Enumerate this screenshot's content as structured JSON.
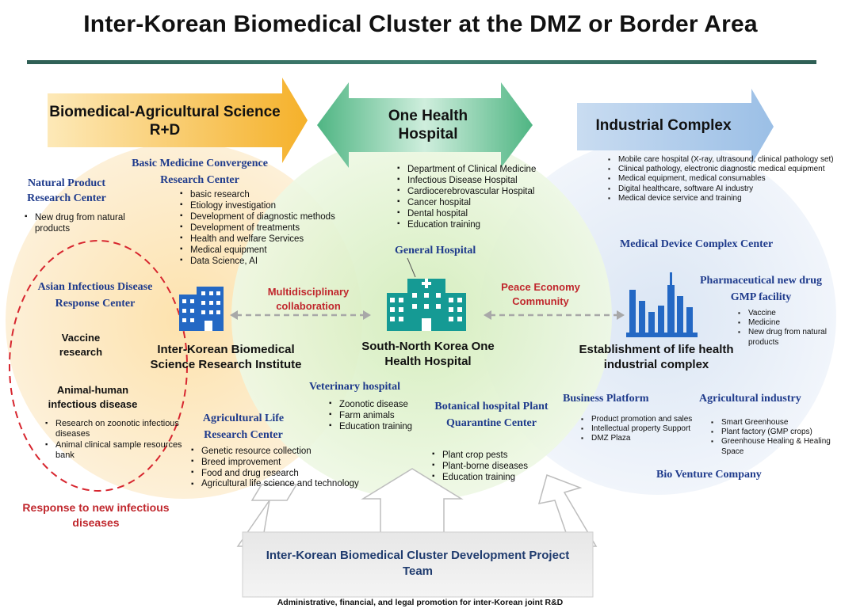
{
  "title": "Inter-Korean Biomedical Cluster at the DMZ or Border Area",
  "arrows": {
    "biomedical": "Biomedical-Agricultural Science R+D",
    "one_health": "One Health Hospital",
    "industrial": "Industrial Complex"
  },
  "natural_product": {
    "title": "Natural Product Research Center",
    "items": [
      "New drug from natural products"
    ]
  },
  "basic_medicine": {
    "title": "Basic Medicine Convergence Research Center",
    "items": [
      "basic research",
      "Etiology investigation",
      "Development of diagnostic methods",
      "Development of treatments",
      "Health and welfare Services",
      "Medical equipment",
      "Data Science, AI"
    ]
  },
  "asian_infectious": {
    "title": "Asian Infectious Disease Response Center",
    "vaccine": "Vaccine research",
    "animal_human": "Animal-human infectious disease",
    "items": [
      "Research on zoonotic infectious diseases",
      "Animal clinical sample resources bank"
    ]
  },
  "response": "Response to new infectious diseases",
  "institute": "Inter-Korean Biomedical Science Research Institute",
  "multidisciplinary": "Multidisciplinary collaboration",
  "agricultural_life": {
    "title": "Agricultural Life Research Center",
    "items": [
      "Genetic resource collection",
      "Breed improvement",
      "Food and drug research",
      "Agricultural life science and technology"
    ]
  },
  "hospital_list": {
    "items": [
      "Department of Clinical Medicine",
      "Infectious Disease Hospital",
      "Cardiocerebrovascular Hospital",
      "Cancer hospital",
      "Dental hospital",
      "Education training"
    ],
    "label": "General Hospital"
  },
  "one_health_hospital": "South-North Korea One Health Hospital",
  "veterinary": {
    "title": "Veterinary hospital",
    "items": [
      "Zoonotic disease",
      "Farm animals",
      "Education training"
    ]
  },
  "botanical": {
    "title": "Botanical hospital Plant Quarantine Center",
    "items": [
      "Plant crop pests",
      "Plant-borne diseases",
      "Education training"
    ]
  },
  "peace_economy": "Peace Economy Community",
  "industrial_list": {
    "items": [
      "Mobile care hospital (X-ray, ultrasound, clinical pathology set)",
      "Clinical pathology, electronic diagnostic medical equipment",
      "Medical equipment, medical consumables",
      "Digital healthcare, software AI industry",
      "Medical device service and training"
    ]
  },
  "medical_device": "Medical Device Complex Center",
  "pharmaceutical": {
    "title": "Pharmaceutical new drug GMP facility",
    "items": [
      "Vaccine",
      "Medicine",
      "New drug from natural products"
    ]
  },
  "establishment": "Establishment of life health industrial complex",
  "business_platform": {
    "title": "Business Platform",
    "items": [
      "Product promotion and sales",
      "Intellectual property Support",
      "DMZ Plaza"
    ]
  },
  "agricultural_industry": {
    "title": "Agricultural industry",
    "items": [
      "Smart Greenhouse",
      "Plant factory (GMP crops)",
      "Greenhouse Healing & Healing Space"
    ]
  },
  "bio_venture": "Bio Venture Company",
  "project_team": "Inter-Korean Biomedical Cluster Development Project Team",
  "footer": "Administrative, financial, and legal promotion for inter-Korean joint R&D",
  "colors": {
    "orange_circle": "#fbe3b6",
    "green_circle": "#d9efc5",
    "blue_circle": "#e3ecf6",
    "arrow_orange": "#f5b533",
    "arrow_green": "#5fbf8c",
    "arrow_blue": "#a9c7e8",
    "building_teal": "#159a94",
    "building_blue": "#2468c4",
    "red_text": "#c0272d",
    "blue_text": "#1f3b8c"
  }
}
